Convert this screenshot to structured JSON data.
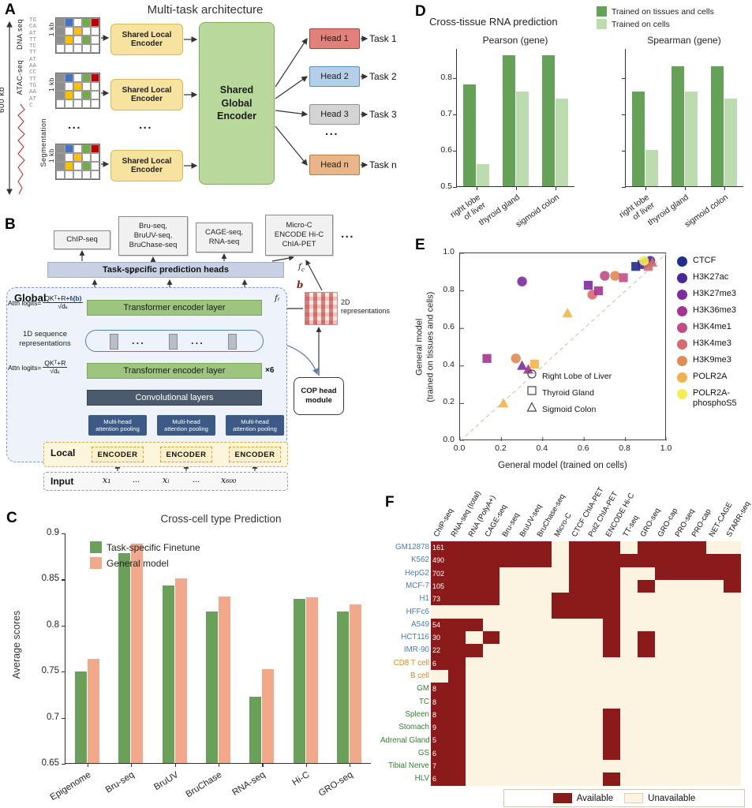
{
  "figure_labels": {
    "a": "A",
    "b": "B",
    "c": "C",
    "d": "D",
    "e": "E",
    "f": "F"
  },
  "panel_a": {
    "title": "Multi-task architecture",
    "scale_label": "600 kb",
    "dna_seq_label": "DNA seq",
    "atac_seq_label": "ATAC-seq",
    "sequence": "TGCAATTTTCTTATAACCTTTGAAATC",
    "segmentation_label": "Segmentation",
    "kb_label": "1 kb",
    "dots": "...",
    "local_encoder_label": "Shared Local Encoder",
    "global_encoder_label": "Shared Global Encoder",
    "grid_colors": {
      "w": "#ffffff",
      "g": "#8f8f8f",
      "b": "#4472c4",
      "r": "#c00000",
      "y": "#ffc000",
      "n": "#70ad47",
      "o": "#ed7d31"
    },
    "grid_cells": [
      "g",
      "b",
      "w",
      "n",
      "r",
      "g",
      "w",
      "y",
      "w",
      "w",
      "g",
      "y",
      "w",
      "n",
      "w",
      "w",
      "w",
      "w",
      "w",
      "w"
    ],
    "heads": [
      {
        "label": "Head 1",
        "task": "Task 1",
        "bg": "#e2817a",
        "border": "#a94138"
      },
      {
        "label": "Head 2",
        "task": "Task 2",
        "bg": "#b5cfe9",
        "border": "#5e8fc0"
      },
      {
        "label": "Head 3",
        "task": "Task 3",
        "bg": "#d4d4d4",
        "border": "#8f8f8f"
      },
      {
        "label": "Head n",
        "task": "Task n",
        "bg": "#e9b689",
        "border": "#bb7d3f"
      }
    ]
  },
  "panel_b": {
    "outputs": [
      "ChIP-seq",
      "Bru-seq,\nBruUV-seq,\nBruChase-seq",
      "CAGE-seq,\nRNA-seq",
      "Micro-C\nENCODE Hi-C\nChIA-PET"
    ],
    "dots": "...",
    "prediction_heads_label": "Task-specific prediction heads",
    "global_label": "Global",
    "attn_prefix": "Attn logits=",
    "attn_top_num_a": "QKᵀ+R",
    "attn_top_num_b": "+fₗ(b)",
    "attn_bottom_num": "QKᵀ+R",
    "attn_den": "√dₖ",
    "transformer_label": "Transformer encoder layer",
    "x6_label": "×6",
    "seq_repr_label": "1D sequence\nrepresentations",
    "conv_label": "Convolutional layers",
    "pooling_label": "Multi-head\nattention pooling",
    "local_label": "Local",
    "encoder_label": "ENCODER",
    "input_label": "Input",
    "inputs": [
      "x₁",
      "...",
      "xᵢ",
      "...",
      "x₆₀₀"
    ],
    "fc_base": "f",
    "fc_sub": "c",
    "fl_label": "fₗ",
    "b_label": "b",
    "repr2d_label": "2D\nrepresentations",
    "cop_label": "COP head\nmodule"
  },
  "chart_data": [
    {
      "panel": "C",
      "type": "bar",
      "title": "Cross-cell type Prediction",
      "ylabel": "Average scores",
      "ylim": [
        0.65,
        0.9
      ],
      "yticks": [
        0.65,
        0.7,
        0.75,
        0.8,
        0.85,
        0.9
      ],
      "categories": [
        "Epigenome",
        "Bru-seq",
        "BruUV",
        "BruChase",
        "RNA-seq",
        "Hi-C",
        "GRO-seq"
      ],
      "series": [
        {
          "name": "Task-specific Finetune",
          "color": "#6aa05a",
          "values": [
            0.749,
            0.878,
            0.843,
            0.814,
            0.722,
            0.828,
            0.814
          ]
        },
        {
          "name": "General model",
          "color": "#f2a98b",
          "values": [
            0.763,
            0.888,
            0.85,
            0.831,
            0.752,
            0.83,
            0.822
          ]
        }
      ]
    },
    {
      "panel": "D",
      "type": "bar",
      "title": "Cross-tissue RNA prediction",
      "legend": [
        "Trained on tissues and cells",
        "Trained on cells"
      ],
      "colors": [
        "#63a257",
        "#bcdcb0"
      ],
      "ylim": [
        0.5,
        0.88
      ],
      "yticks": [
        0.5,
        0.6,
        0.7,
        0.8
      ],
      "categories": [
        "right lobe\nof liver",
        "thyroid gland",
        "sigmoid colon"
      ],
      "subplots": [
        {
          "title": "Pearson (gene)",
          "series": [
            [
              0.78,
              0.86,
              0.86
            ],
            [
              0.56,
              0.76,
              0.74
            ]
          ]
        },
        {
          "title": "Spearman (gene)",
          "series": [
            [
              0.76,
              0.83,
              0.83
            ],
            [
              0.6,
              0.76,
              0.74
            ]
          ]
        }
      ]
    },
    {
      "panel": "E",
      "type": "scatter",
      "xlabel": "General model (trained on cells)",
      "ylabel": "General model\n(trained on tissues and cells)",
      "xlim": [
        0.0,
        1.0
      ],
      "ylim": [
        0.0,
        1.0
      ],
      "ticks": [
        0.0,
        0.2,
        0.4,
        0.6,
        0.8,
        1.0
      ],
      "diagonal": true,
      "color_legend": [
        {
          "name": "CTCF",
          "color": "#1f2e8c"
        },
        {
          "name": "H3K27ac",
          "color": "#46279d"
        },
        {
          "name": "H3K27me3",
          "color": "#7c2ba0"
        },
        {
          "name": "H3K36me3",
          "color": "#a43391"
        },
        {
          "name": "H3K4me1",
          "color": "#c04e85"
        },
        {
          "name": "H3K4me3",
          "color": "#d56a72"
        },
        {
          "name": "H3K9me3",
          "color": "#e28a50"
        },
        {
          "name": "POLR2A",
          "color": "#f2b24d"
        },
        {
          "name": "POLR2A-phosphoS5",
          "color": "#f4ee53"
        }
      ],
      "shape_legend": [
        {
          "shape": "circle",
          "name": "Right Lobe of Liver"
        },
        {
          "shape": "square",
          "name": "Thyroid Gland"
        },
        {
          "shape": "triangle",
          "name": "Sigmoid Colon"
        }
      ],
      "points": [
        {
          "x": 0.3,
          "y": 0.85,
          "target": "H3K27me3",
          "shape": "circle"
        },
        {
          "x": 0.13,
          "y": 0.44,
          "target": "H3K36me3",
          "shape": "square"
        },
        {
          "x": 0.21,
          "y": 0.2,
          "target": "POLR2A",
          "shape": "triangle"
        },
        {
          "x": 0.27,
          "y": 0.44,
          "target": "H3K9me3",
          "shape": "circle"
        },
        {
          "x": 0.3,
          "y": 0.4,
          "target": "H3K27me3",
          "shape": "triangle"
        },
        {
          "x": 0.33,
          "y": 0.38,
          "target": "H3K36me3",
          "shape": "triangle"
        },
        {
          "x": 0.36,
          "y": 0.41,
          "target": "POLR2A",
          "shape": "square"
        },
        {
          "x": 0.52,
          "y": 0.68,
          "target": "POLR2A",
          "shape": "triangle"
        },
        {
          "x": 0.62,
          "y": 0.83,
          "target": "H3K27me3",
          "shape": "square"
        },
        {
          "x": 0.64,
          "y": 0.78,
          "target": "H3K4me3",
          "shape": "circle"
        },
        {
          "x": 0.67,
          "y": 0.8,
          "target": "H3K36me3",
          "shape": "square"
        },
        {
          "x": 0.7,
          "y": 0.88,
          "target": "H3K4me1",
          "shape": "circle"
        },
        {
          "x": 0.75,
          "y": 0.88,
          "target": "H3K9me3",
          "shape": "circle"
        },
        {
          "x": 0.79,
          "y": 0.87,
          "target": "H3K4me1",
          "shape": "square"
        },
        {
          "x": 0.85,
          "y": 0.93,
          "target": "CTCF",
          "shape": "square"
        },
        {
          "x": 0.88,
          "y": 0.94,
          "target": "H3K27ac",
          "shape": "square"
        },
        {
          "x": 0.9,
          "y": 0.95,
          "target": "CTCF",
          "shape": "circle"
        },
        {
          "x": 0.92,
          "y": 0.96,
          "target": "H3K27ac",
          "shape": "circle"
        },
        {
          "x": 0.91,
          "y": 0.93,
          "target": "H3K4me3",
          "shape": "square"
        },
        {
          "x": 0.93,
          "y": 0.95,
          "target": "H3K4me3",
          "shape": "triangle"
        },
        {
          "x": 0.89,
          "y": 0.96,
          "target": "POLR2A-phosphoS5",
          "shape": "circle"
        }
      ]
    },
    {
      "panel": "F",
      "type": "heatmap",
      "columns": [
        "ChIP-seq",
        "RNA-seq (total)",
        "RNA (PolyA+)",
        "CAGE-seq",
        "Bru-seq",
        "BruUV-seq",
        "BruChase-seq",
        "Micro-C",
        "CTCF ChIA-PET",
        "Pol2 ChIA-PET",
        "ENCODE Hi-C",
        "TT-seq",
        "GRO-seq",
        "GRO-cap",
        "PRO-seq",
        "PRO-cap",
        "NET-CAGE",
        "STARR-seq"
      ],
      "group_colors": {
        "cell": "#4b7bb8",
        "primary": "#e08a21",
        "tissue": "#3a7d33"
      },
      "rows": [
        {
          "label": "GM12878",
          "group": "cell",
          "count": "161",
          "avail": [
            1,
            1,
            1,
            1,
            1,
            1,
            1,
            0,
            1,
            1,
            1,
            0,
            1,
            1,
            1,
            1,
            0,
            0
          ]
        },
        {
          "label": "K562",
          "group": "cell",
          "count": "490",
          "avail": [
            1,
            1,
            1,
            1,
            1,
            1,
            1,
            0,
            1,
            1,
            1,
            1,
            1,
            1,
            1,
            1,
            1,
            1
          ]
        },
        {
          "label": "HepG2",
          "group": "cell",
          "count": "702",
          "avail": [
            1,
            1,
            1,
            1,
            0,
            0,
            0,
            0,
            1,
            1,
            1,
            0,
            0,
            1,
            1,
            1,
            1,
            1
          ]
        },
        {
          "label": "MCF-7",
          "group": "cell",
          "count": "105",
          "avail": [
            1,
            1,
            1,
            1,
            0,
            0,
            0,
            0,
            1,
            1,
            1,
            0,
            1,
            0,
            0,
            0,
            0,
            1
          ]
        },
        {
          "label": "H1",
          "group": "cell",
          "count": "73",
          "avail": [
            1,
            1,
            1,
            1,
            0,
            0,
            0,
            1,
            1,
            1,
            1,
            0,
            0,
            0,
            0,
            0,
            0,
            0
          ]
        },
        {
          "label": "HFFc6",
          "group": "cell",
          "count": "",
          "avail": [
            0,
            0,
            0,
            0,
            0,
            0,
            0,
            1,
            1,
            1,
            1,
            0,
            0,
            0,
            0,
            0,
            0,
            0
          ]
        },
        {
          "label": "A549",
          "group": "cell",
          "count": "54",
          "avail": [
            1,
            1,
            1,
            0,
            0,
            0,
            0,
            0,
            0,
            0,
            1,
            0,
            0,
            0,
            0,
            0,
            0,
            0
          ]
        },
        {
          "label": "HCT116",
          "group": "cell",
          "count": "30",
          "avail": [
            1,
            1,
            0,
            1,
            0,
            0,
            0,
            0,
            0,
            0,
            1,
            0,
            1,
            0,
            0,
            0,
            0,
            0
          ]
        },
        {
          "label": "IMR-90",
          "group": "cell",
          "count": "22",
          "avail": [
            1,
            1,
            1,
            0,
            0,
            0,
            0,
            0,
            0,
            0,
            1,
            0,
            1,
            0,
            0,
            0,
            0,
            0
          ]
        },
        {
          "label": "CD8 T cell",
          "group": "primary",
          "count": "6",
          "avail": [
            1,
            1,
            0,
            0,
            0,
            0,
            0,
            0,
            0,
            0,
            0,
            0,
            0,
            0,
            0,
            0,
            0,
            0
          ]
        },
        {
          "label": "B cell",
          "group": "primary",
          "count": "",
          "avail": [
            0,
            1,
            0,
            0,
            0,
            0,
            0,
            0,
            0,
            0,
            0,
            0,
            0,
            0,
            0,
            0,
            0,
            0
          ]
        },
        {
          "label": "GM",
          "group": "tissue",
          "count": "8",
          "avail": [
            1,
            1,
            0,
            0,
            0,
            0,
            0,
            0,
            0,
            0,
            0,
            0,
            0,
            0,
            0,
            0,
            0,
            0
          ]
        },
        {
          "label": "TC",
          "group": "tissue",
          "count": "8",
          "avail": [
            1,
            1,
            0,
            0,
            0,
            0,
            0,
            0,
            0,
            0,
            0,
            0,
            0,
            0,
            0,
            0,
            0,
            0
          ]
        },
        {
          "label": "Spleen",
          "group": "tissue",
          "count": "8",
          "avail": [
            1,
            1,
            0,
            0,
            0,
            0,
            0,
            0,
            0,
            0,
            1,
            0,
            0,
            0,
            0,
            0,
            0,
            0
          ]
        },
        {
          "label": "Stomach",
          "group": "tissue",
          "count": "9",
          "avail": [
            1,
            1,
            0,
            0,
            0,
            0,
            0,
            0,
            0,
            0,
            1,
            0,
            0,
            0,
            0,
            0,
            0,
            0
          ]
        },
        {
          "label": "Adrenal Gland",
          "group": "tissue",
          "count": "5",
          "avail": [
            1,
            1,
            0,
            0,
            0,
            0,
            0,
            0,
            0,
            0,
            1,
            0,
            0,
            0,
            0,
            0,
            0,
            0
          ]
        },
        {
          "label": "GS",
          "group": "tissue",
          "count": "6",
          "avail": [
            1,
            1,
            0,
            0,
            0,
            0,
            0,
            0,
            0,
            0,
            1,
            0,
            0,
            0,
            0,
            0,
            0,
            0
          ]
        },
        {
          "label": "Tibial Nerve",
          "group": "tissue",
          "count": "7",
          "avail": [
            1,
            1,
            0,
            0,
            0,
            0,
            0,
            0,
            0,
            0,
            0,
            0,
            0,
            0,
            0,
            0,
            0,
            0
          ]
        },
        {
          "label": "HLV",
          "group": "tissue",
          "count": "6",
          "avail": [
            1,
            1,
            0,
            0,
            0,
            0,
            0,
            0,
            0,
            0,
            1,
            0,
            0,
            0,
            0,
            0,
            0,
            0
          ]
        }
      ],
      "legend": [
        {
          "label": "Available",
          "color": "#8b1b1b"
        },
        {
          "label": "Unavailable",
          "color": "#fdf3e1"
        }
      ]
    }
  ]
}
